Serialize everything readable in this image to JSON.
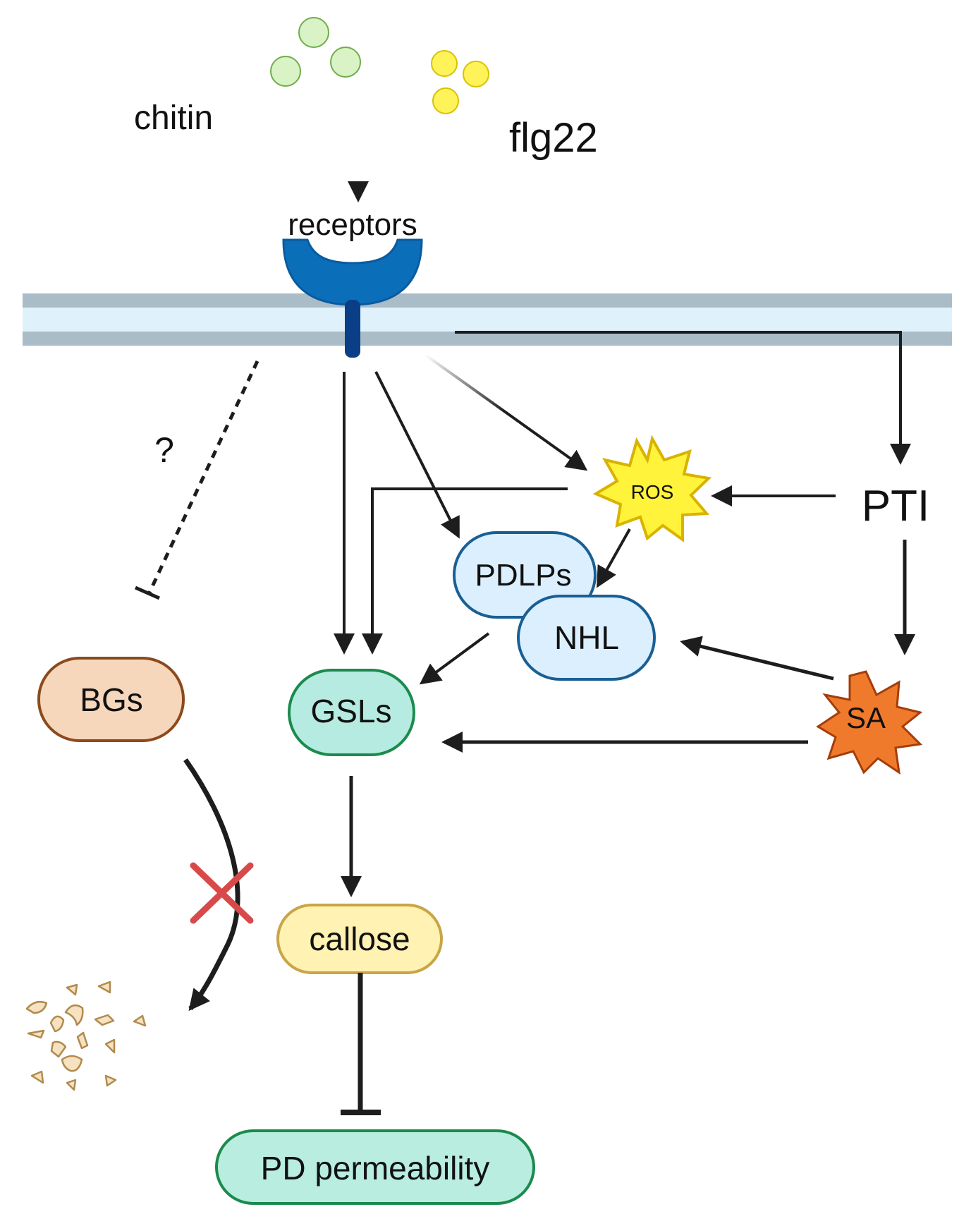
{
  "labels": {
    "chitin": "chitin",
    "flg22": "flg22",
    "receptors": "receptors",
    "question": "?",
    "ros": "ROS",
    "pti": "PTI",
    "pdlps": "PDLPs",
    "nhl": "NHL",
    "bgs": "BGs",
    "gsls": "GSLs",
    "sa": "SA",
    "callose": "callose",
    "pd_permeability": "PD permeability"
  },
  "colors": {
    "membrane_outer": "#a9bcc8",
    "membrane_inner": "#dff1fb",
    "receptor": "#0a6fb8",
    "receptor_stem": "#0a3f87",
    "chitin_fill": "#d9f2c6",
    "chitin_stroke": "#6fae4a",
    "flg22_fill": "#fff35a",
    "flg22_stroke": "#d8c200",
    "ros_fill": "#fff33c",
    "ros_stroke": "#d9b300",
    "sa_fill": "#f07a2c",
    "sa_stroke": "#a43d0a",
    "pdlp_fill": "#dcefff",
    "pdlp_stroke": "#1a5f94",
    "bgs_fill": "#f7d7bb",
    "bgs_stroke": "#8c4a1c",
    "gsls_fill": "#b6ebe1",
    "gsls_stroke": "#1c8a4e",
    "callose_fill": "#fff2b3",
    "callose_stroke": "#c8a546",
    "pd_fill": "#b8ede0",
    "pd_stroke": "#1b8a4e",
    "cross": "#d84a4a",
    "fragment_fill": "#f6e2c0",
    "fragment_stroke": "#b08a4e",
    "arrow": "#1d1d1d"
  }
}
